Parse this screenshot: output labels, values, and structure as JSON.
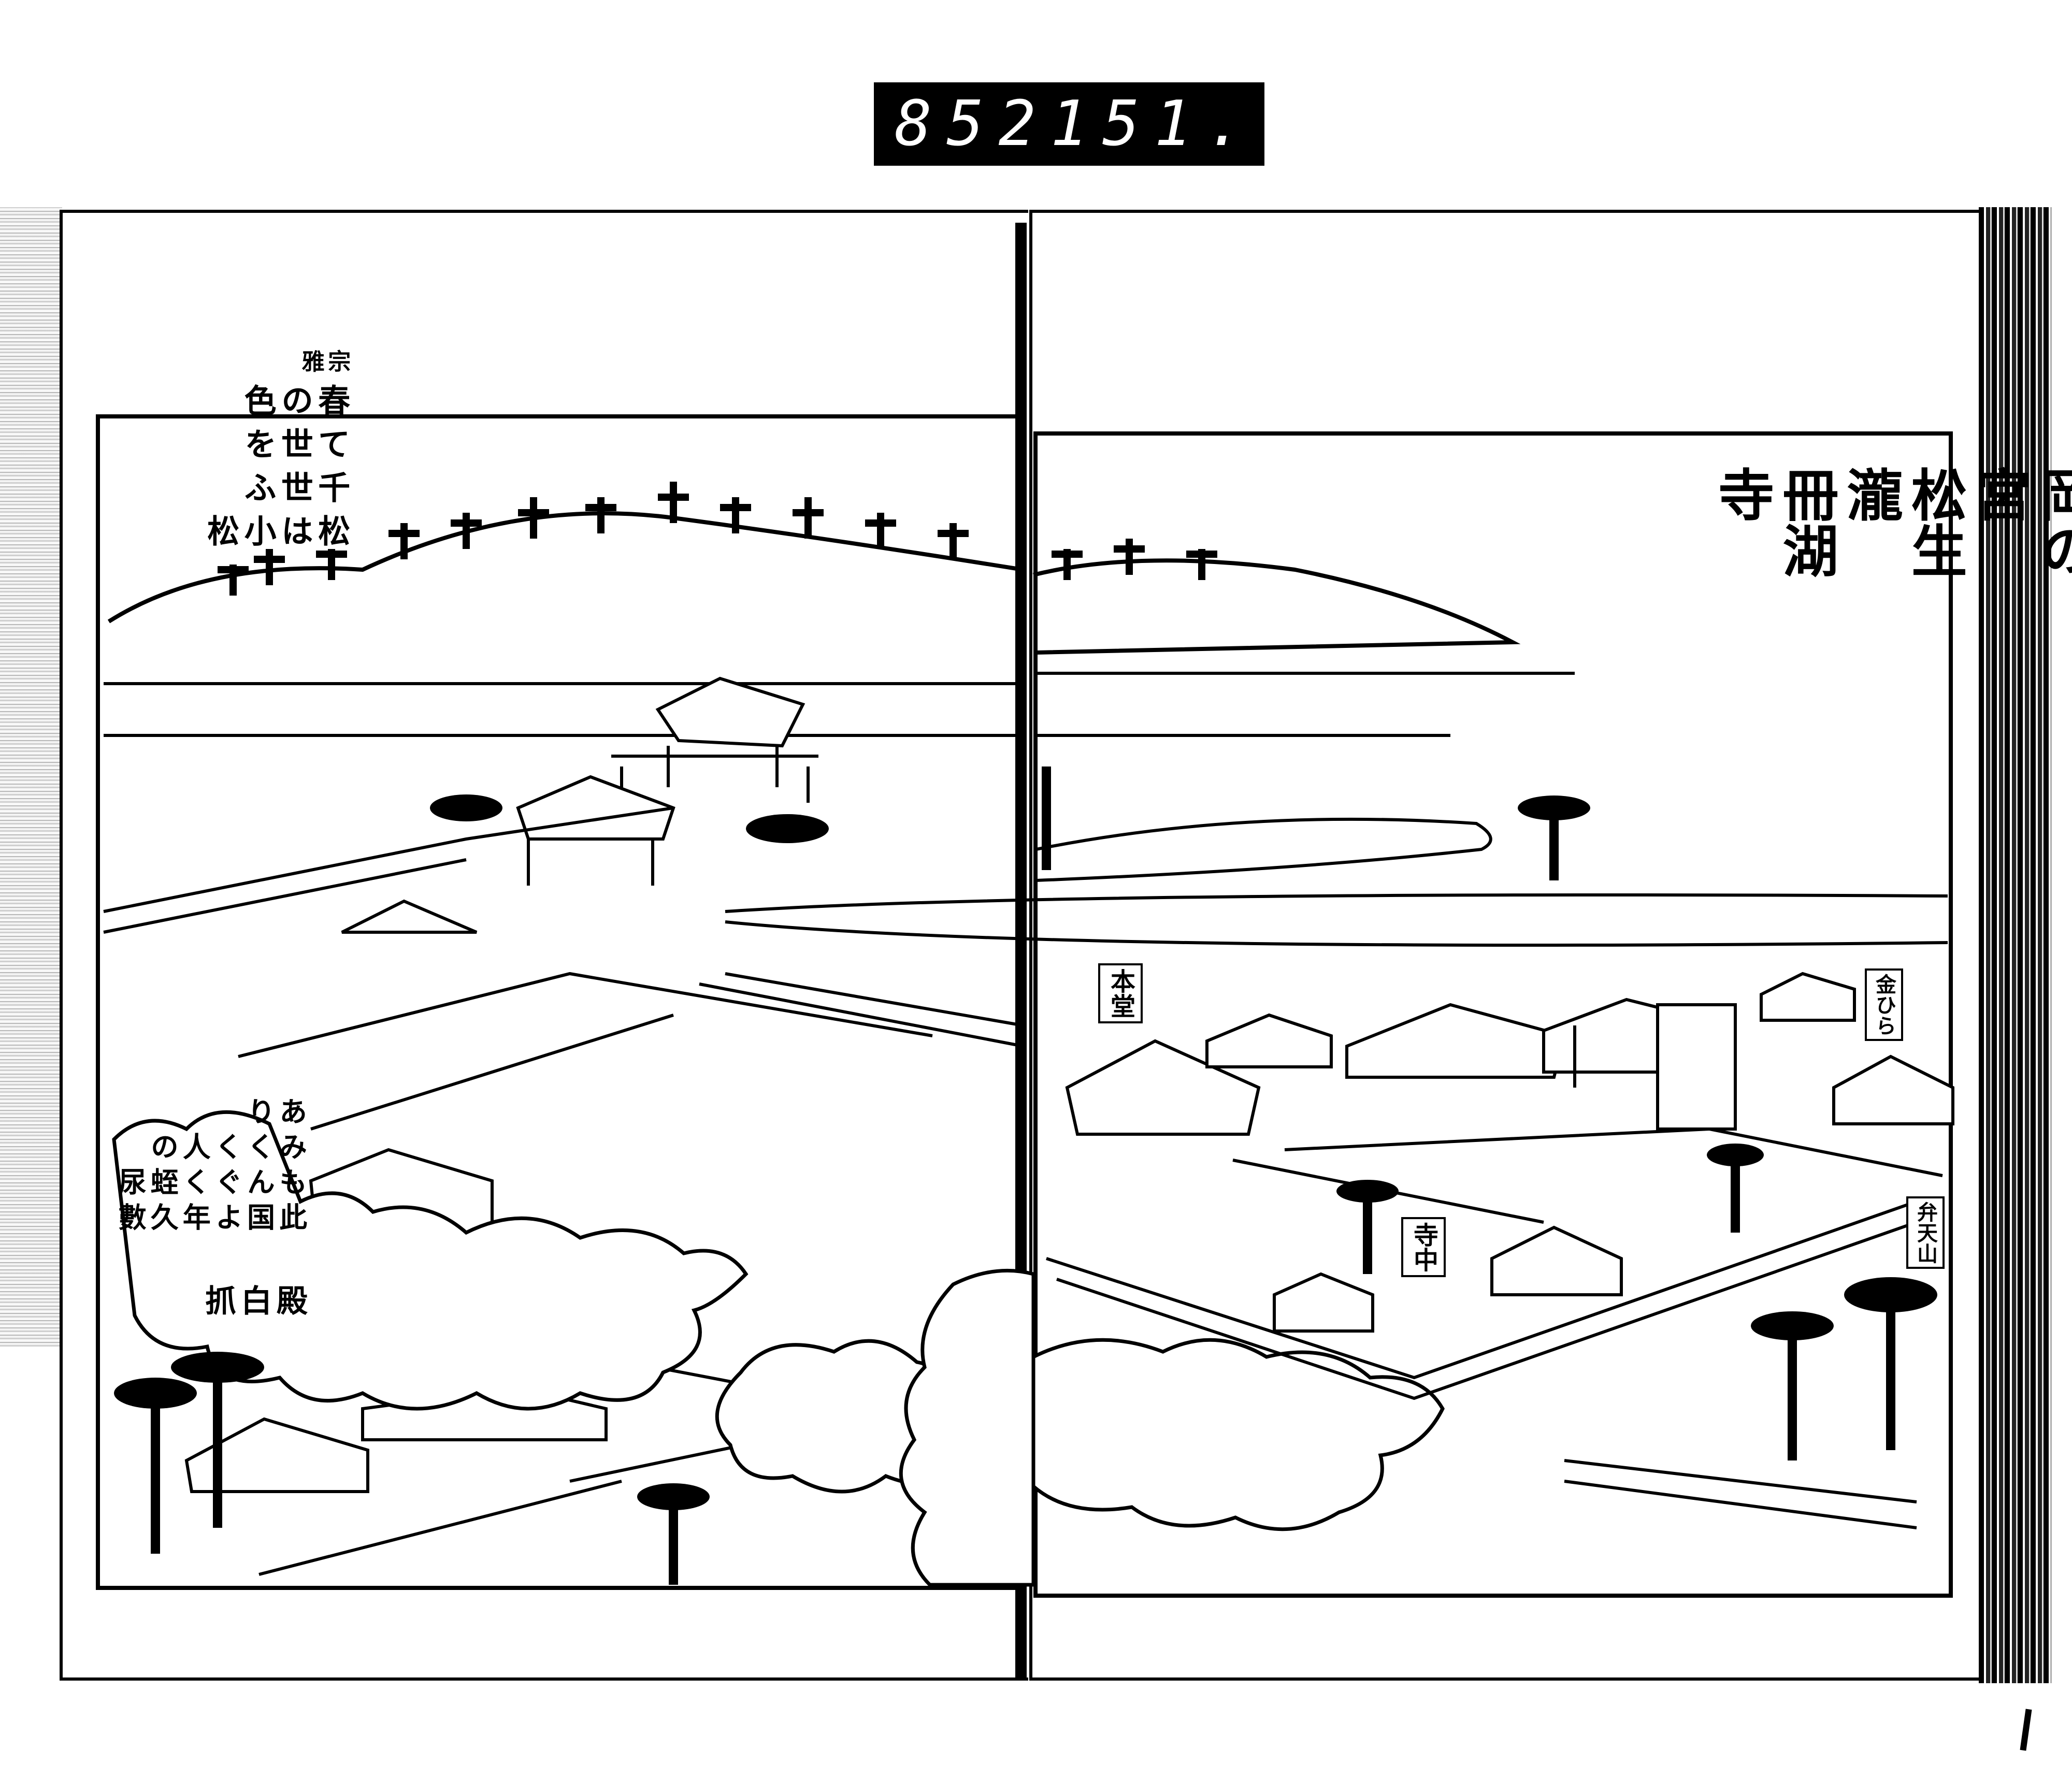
{
  "catalog_stamp": {
    "left_number": "852",
    "right_number": "151."
  },
  "right_page": {
    "title_lines": [
      "岡の宮",
      "松生瀧",
      "冊湖寺"
    ],
    "labels": {
      "main_hall": "本堂",
      "temple_grounds": "寺中",
      "benten_hill": "弁天山",
      "konpira": "金ひら"
    }
  },
  "left_page": {
    "poem_lines": [
      "松は小松",
      "千世ふ",
      "て世を",
      "春の色"
    ],
    "poem_author": "宗雅",
    "note_heading": "殿白抓",
    "note_lines": [
      "此国よ年久數",
      "もんぐく蛭尿",
      "みくく人の",
      "あり"
    ]
  },
  "colors": {
    "ink": "#000000",
    "paper": "#ffffff"
  }
}
